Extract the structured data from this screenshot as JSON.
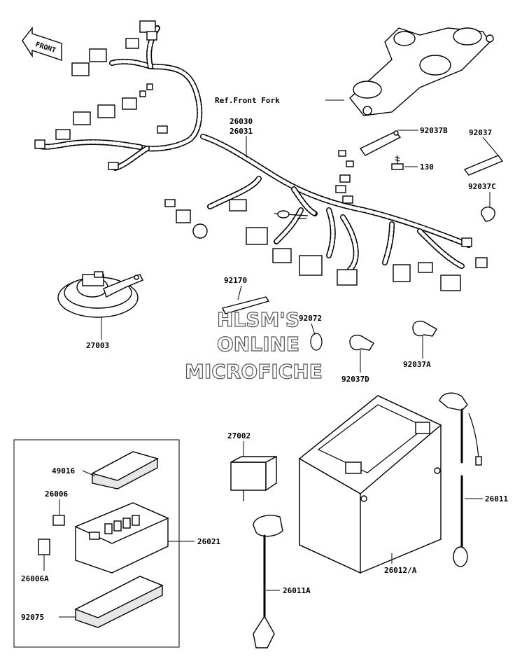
{
  "direction_marker": "FRONT",
  "reference_note": "Ref.Front Fork",
  "watermark": {
    "line1": "HLSM'S",
    "line2": "ONLINE",
    "line3": "MICROFICHE"
  },
  "callouts": {
    "harness_a": "26030",
    "harness_b": "26031",
    "bracket_b": "92037B",
    "bracket": "92037",
    "bolt": "130",
    "clamp_c": "92037C",
    "band": "92170",
    "clamp_92072": "92072",
    "horn": "27003",
    "clamp_d": "92037D",
    "clamp_a": "92037A",
    "relay": "27002",
    "lead_26011": "26011",
    "cover_49016": "49016",
    "fuse_26006": "26006",
    "junction_box": "26021",
    "fuse_26006a": "26006A",
    "cover_92075": "92075",
    "lead_26011a": "26011A",
    "battery": "26012/A"
  }
}
